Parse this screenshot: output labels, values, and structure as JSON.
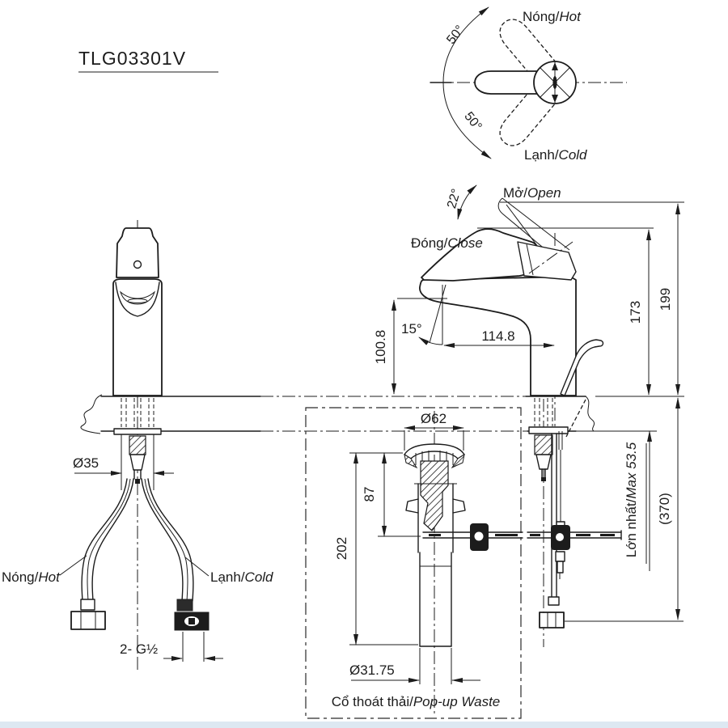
{
  "title": {
    "model": "TLG03301V"
  },
  "top_view": {
    "angle_upper": "50°",
    "angle_lower": "50°",
    "hot": {
      "vi": "Nóng/",
      "en": "Hot"
    },
    "cold": {
      "vi": "Lạnh/",
      "en": "Cold"
    }
  },
  "side_view": {
    "open": {
      "vi": "Mở/",
      "en": "Open"
    },
    "close": {
      "vi": "Đóng/",
      "en": "Close"
    },
    "open_angle": "22°",
    "spout_angle": "15°",
    "spout_height": "100.8",
    "spout_reach": "114.8",
    "height_body": "173",
    "height_open": "199"
  },
  "below_deck": {
    "hole_diameter": "Ø35",
    "thread": "2- G½",
    "hot": {
      "vi": "Nóng/",
      "en": "Hot"
    },
    "cold": {
      "vi": "Lạnh/",
      "en": "Cold"
    },
    "max_deck": {
      "vi": "Lớn nhất/",
      "en": "Max 53.5"
    },
    "install_depth": "(370)"
  },
  "popup": {
    "flange_diameter": "Ø62",
    "overflow_depth": "87",
    "tail_length": "202",
    "tail_diameter": "Ø31.75",
    "caption": {
      "vi": "Cổ thoát thải/",
      "en": "Pop-up Waste"
    }
  }
}
